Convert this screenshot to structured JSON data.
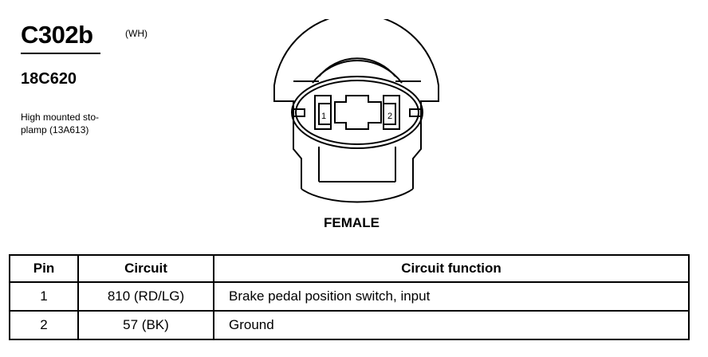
{
  "connector": {
    "id": "C302b",
    "color_code": "(WH)",
    "part_number": "18C620",
    "description_line1": "High mounted sto-",
    "description_line2": "plamp (13A613)"
  },
  "diagram": {
    "pin1_label": "1",
    "pin2_label": "2",
    "gender": "FEMALE"
  },
  "table": {
    "headers": [
      "Pin",
      "Circuit",
      "Circuit function"
    ],
    "rows": [
      [
        "1",
        "810 (RD/LG)",
        "Brake pedal position switch, input"
      ],
      [
        "2",
        "57 (BK)",
        "Ground"
      ]
    ]
  }
}
